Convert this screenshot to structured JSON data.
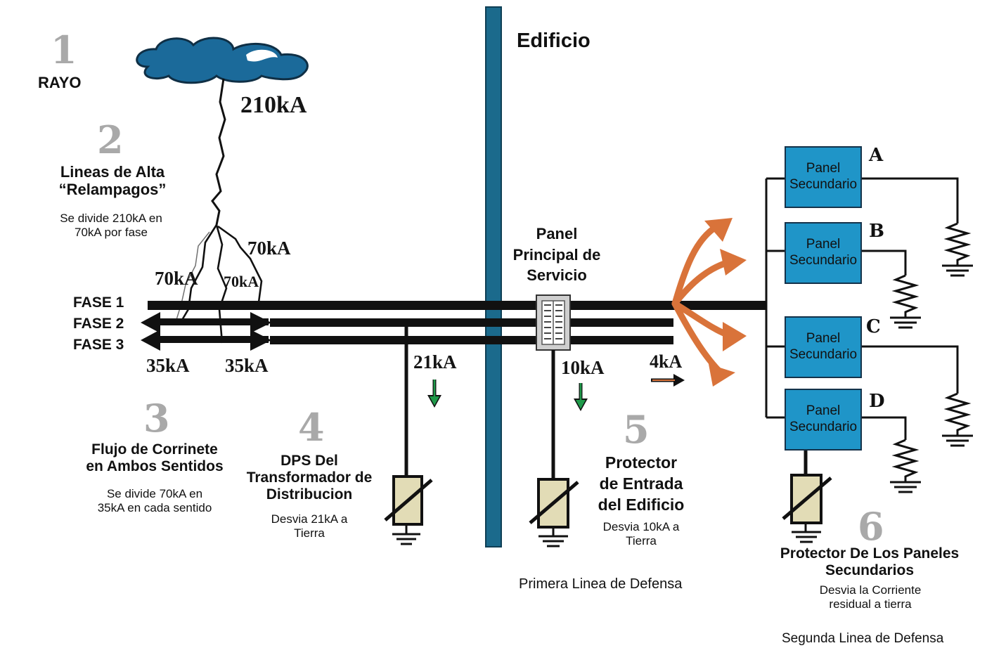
{
  "building_label": "Edificio",
  "step1": {
    "number": "1",
    "title": "RAYO",
    "current": "210kA"
  },
  "step2": {
    "number": "2",
    "title_line1": "Lineas de Alta",
    "title_line2": "“Relampagos”",
    "desc_line1": "Se divide 210kA en",
    "desc_line2": "70kA por fase"
  },
  "strikes": {
    "a": "70kA",
    "b": "70kA",
    "c": "70kA"
  },
  "phases": [
    "FASE 1",
    "FASE 2",
    "FASE 3"
  ],
  "split": {
    "left": "35kA",
    "right": "35kA"
  },
  "step3": {
    "number": "3",
    "title_line1": "Flujo de Corrinete",
    "title_line2": "en Ambos Sentidos",
    "desc_line1": "Se divide 70kA en",
    "desc_line2": "35kA en cada sentido"
  },
  "step4": {
    "number": "4",
    "title_line1": "DPS Del",
    "title_line2": "Transformador de",
    "title_line3": "Distribucion",
    "desc_line1": "Desvia 21kA a",
    "desc_line2": "Tierra",
    "current": "21kA"
  },
  "main_panel": {
    "line1": "Panel",
    "line2": "Principal de",
    "line3": "Servicio",
    "current": "10kA"
  },
  "step5": {
    "number": "5",
    "title_line1": "Protector",
    "title_line2": "de Entrada",
    "title_line3": "del Edificio",
    "desc_line1": "Desvia 10kA a",
    "desc_line2": "Tierra"
  },
  "residual_current": "4kA",
  "first_defense": "Primera Linea de Defensa",
  "sub_panels": [
    {
      "letter": "A",
      "line1": "Panel",
      "line2": "Secundario"
    },
    {
      "letter": "B",
      "line1": "Panel",
      "line2": "Secundario"
    },
    {
      "letter": "C",
      "line1": "Panel",
      "line2": "Secundario"
    },
    {
      "letter": "D",
      "line1": "Panel",
      "line2": "Secundario"
    }
  ],
  "step6": {
    "number": "6",
    "title_line1": "Protector De Los Paneles",
    "title_line2": "Secundarios",
    "desc_line1": "Desvia la Corriente",
    "desc_line2": "residual a tierra"
  },
  "second_defense": "Segunda Linea de Defensa",
  "colors": {
    "building_wall": "#1b6a8c",
    "panel_fill": "#1f95c8",
    "cloud": "#1b6a9a",
    "flow_arrow": "#d9733a",
    "ground_arrow": "#1f9a4a",
    "arrester_fill": "#e2dcb6",
    "step_number": "#a9a9a9"
  }
}
